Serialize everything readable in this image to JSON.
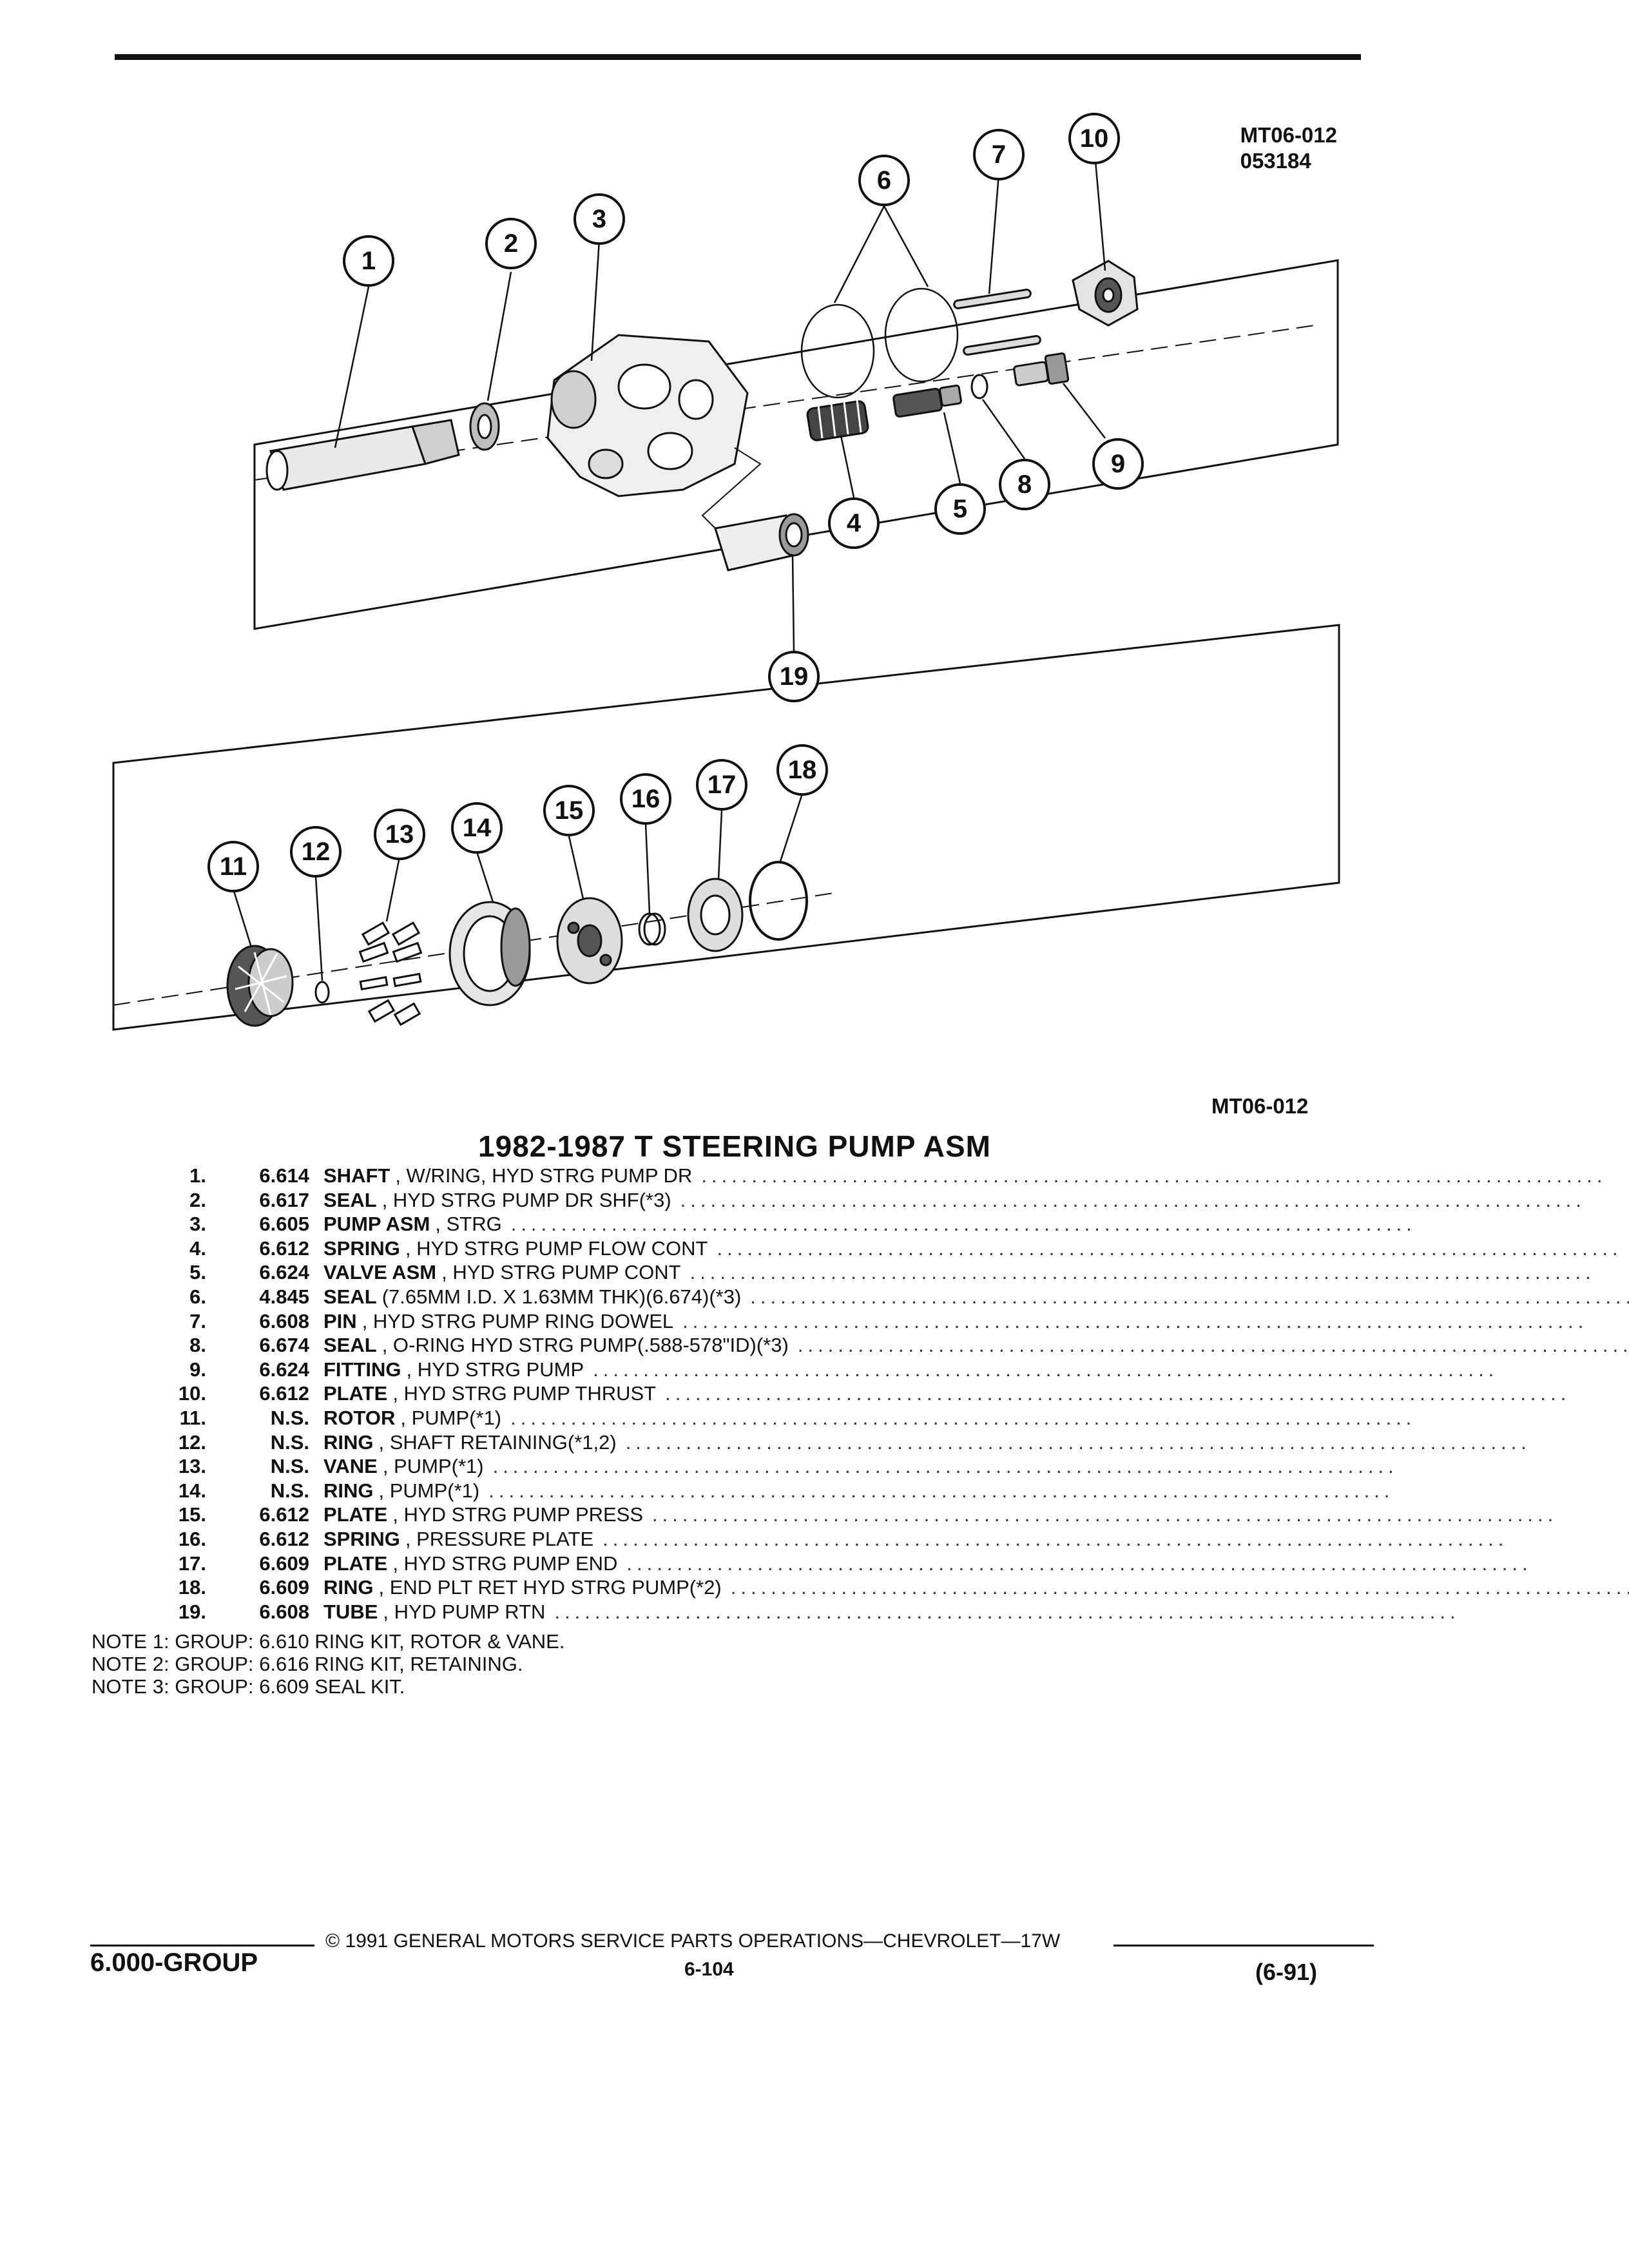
{
  "figure": {
    "code_top": "MT06-012",
    "date_code": "053184",
    "code_bottom": "MT06-012",
    "callouts": [
      "1",
      "2",
      "3",
      "4",
      "5",
      "6",
      "7",
      "8",
      "9",
      "10",
      "11",
      "12",
      "13",
      "14",
      "15",
      "16",
      "17",
      "18",
      "19"
    ]
  },
  "title": "1982-1987 T STEERING PUMP ASM",
  "parts": [
    {
      "no": "1.",
      "group": "6.614",
      "name": "SHAFT",
      "desc": ", W/RING, HYD STRG PUMP DR"
    },
    {
      "no": "2.",
      "group": "6.617",
      "name": "SEAL",
      "desc": ", HYD STRG PUMP DR SHF(*3)"
    },
    {
      "no": "3.",
      "group": "6.605",
      "name": "PUMP ASM",
      "desc": ", STRG"
    },
    {
      "no": "4.",
      "group": "6.612",
      "name": "SPRING",
      "desc": ", HYD STRG PUMP FLOW CONT"
    },
    {
      "no": "5.",
      "group": "6.624",
      "name": "VALVE ASM",
      "desc": ", HYD STRG PUMP CONT"
    },
    {
      "no": "6.",
      "group": "4.845",
      "name": "SEAL",
      "desc": "(7.65MM I.D. X 1.63MM THK)(6.674)(*3)"
    },
    {
      "no": "7.",
      "group": "6.608",
      "name": "PIN",
      "desc": ", HYD STRG PUMP RING DOWEL"
    },
    {
      "no": "8.",
      "group": "6.674",
      "name": "SEAL",
      "desc": ", O-RING HYD STRG PUMP(.588-578\"ID)(*3)"
    },
    {
      "no": "9.",
      "group": "6.624",
      "name": "FITTING",
      "desc": ", HYD STRG PUMP"
    },
    {
      "no": "10.",
      "group": "6.612",
      "name": "PLATE",
      "desc": ", HYD STRG PUMP THRUST"
    },
    {
      "no": "11.",
      "group": "N.S.",
      "name": "ROTOR",
      "desc": ", PUMP(*1)"
    },
    {
      "no": "12.",
      "group": "N.S.",
      "name": "RING",
      "desc": ", SHAFT RETAINING(*1,2)"
    },
    {
      "no": "13.",
      "group": "N.S.",
      "name": "VANE",
      "desc": ", PUMP(*1)"
    },
    {
      "no": "14.",
      "group": "N.S.",
      "name": "RING",
      "desc": ", PUMP(*1)"
    },
    {
      "no": "15.",
      "group": "6.612",
      "name": "PLATE",
      "desc": ", HYD STRG PUMP PRESS"
    },
    {
      "no": "16.",
      "group": "6.612",
      "name": "SPRING",
      "desc": ", PRESSURE PLATE"
    },
    {
      "no": "17.",
      "group": "6.609",
      "name": "PLATE",
      "desc": ", HYD STRG PUMP END"
    },
    {
      "no": "18.",
      "group": "6.609",
      "name": "RING",
      "desc": ", END PLT RET HYD STRG PUMP(*2)"
    },
    {
      "no": "19.",
      "group": "6.608",
      "name": "TUBE",
      "desc": ", HYD PUMP RTN"
    }
  ],
  "notes": [
    "NOTE  1:  GROUP: 6.610 RING KIT, ROTOR & VANE.",
    "NOTE  2:  GROUP: 6.616 RING KIT, RETAINING.",
    "NOTE  3:  GROUP: 6.609 SEAL KIT."
  ],
  "footer": {
    "copyright": "© 1991 GENERAL MOTORS SERVICE PARTS OPERATIONS—CHEVROLET—17W",
    "group": "6.000-GROUP",
    "page": "6-104",
    "date": "(6-91)"
  }
}
